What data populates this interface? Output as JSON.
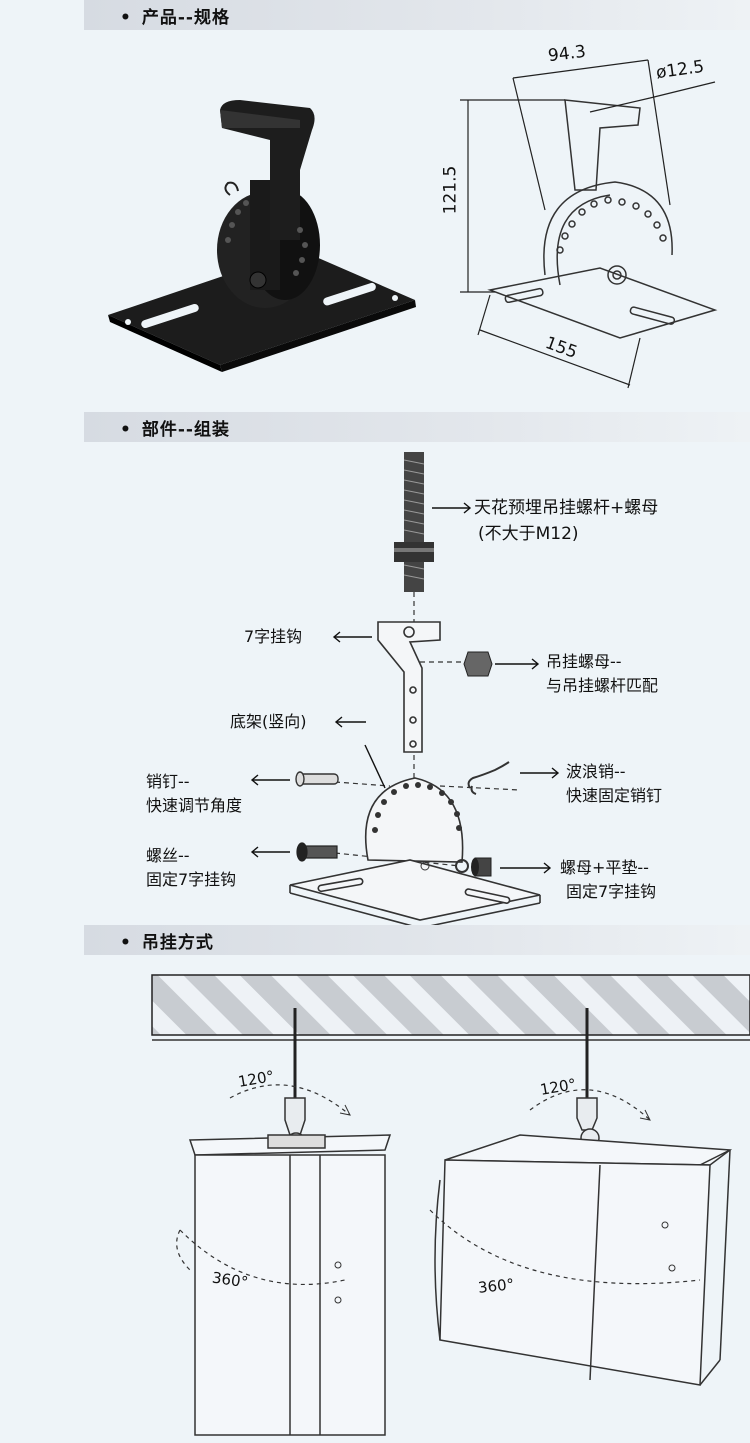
{
  "sections": {
    "spec": "产品--规格",
    "assembly": "部件--组装",
    "mounting": "吊挂方式"
  },
  "bullet": "•",
  "dimensions": {
    "width": "94.3",
    "diameter": "ø12.5",
    "height": "121.5",
    "length": "155"
  },
  "parts": {
    "rod_line1": "天花预埋吊挂螺杆+螺母",
    "rod_line2": "(不大于M12)",
    "hook": "7字挂钩",
    "hang_nut_line1": "吊挂螺母--",
    "hang_nut_line2": "与吊挂螺杆匹配",
    "base": "底架(竖向)",
    "wave_pin_line1": "波浪销--",
    "wave_pin_line2": "快速固定销钉",
    "pin_line1": "销钉--",
    "pin_line2": "快速调节角度",
    "screw_line1": "螺丝--",
    "screw_line2": "固定7字挂钩",
    "nut_washer_line1": "螺母+平垫--",
    "nut_washer_line2": "固定7字挂钩"
  },
  "mounting": {
    "left_tilt": "120°",
    "left_rotate": "360°",
    "right_tilt": "120°",
    "right_rotate": "360°"
  }
}
